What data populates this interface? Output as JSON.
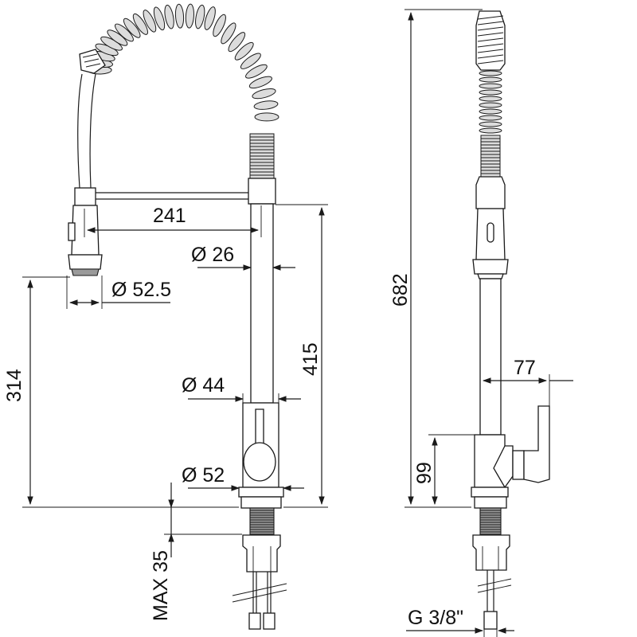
{
  "dimensions": {
    "width_241": "241",
    "dia_26": "Ø 26",
    "dia_52_5": "Ø 52.5",
    "height_314": "314",
    "height_415": "415",
    "dia_44": "Ø 44",
    "dia_52": "Ø 52",
    "max_35": "MAX 35",
    "height_682": "682",
    "depth_77": "77",
    "height_99": "99",
    "thread_g38": "G 3/8\""
  },
  "colors": {
    "line": "#1a1a1a",
    "threaded_part": "#9a9a9a",
    "spring": "#dcdcdc"
  }
}
